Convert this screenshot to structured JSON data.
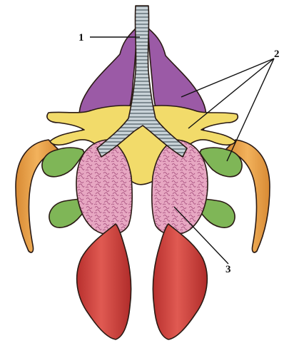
{
  "labels": {
    "label_1": "1",
    "label_2": "2",
    "label_3": "3"
  },
  "colors": {
    "trachea": "#b9c6cc",
    "trachea_rings": "#5d6c73",
    "purple_organ": "#9b5aa6",
    "yellow_organ": "#f2db6a",
    "green_organ": "#7fb657",
    "orange_organ": "#e8a24a",
    "pink_organ": "#e7a7c2",
    "red_organ": "#d24a46",
    "outline": "#2a1a14"
  }
}
